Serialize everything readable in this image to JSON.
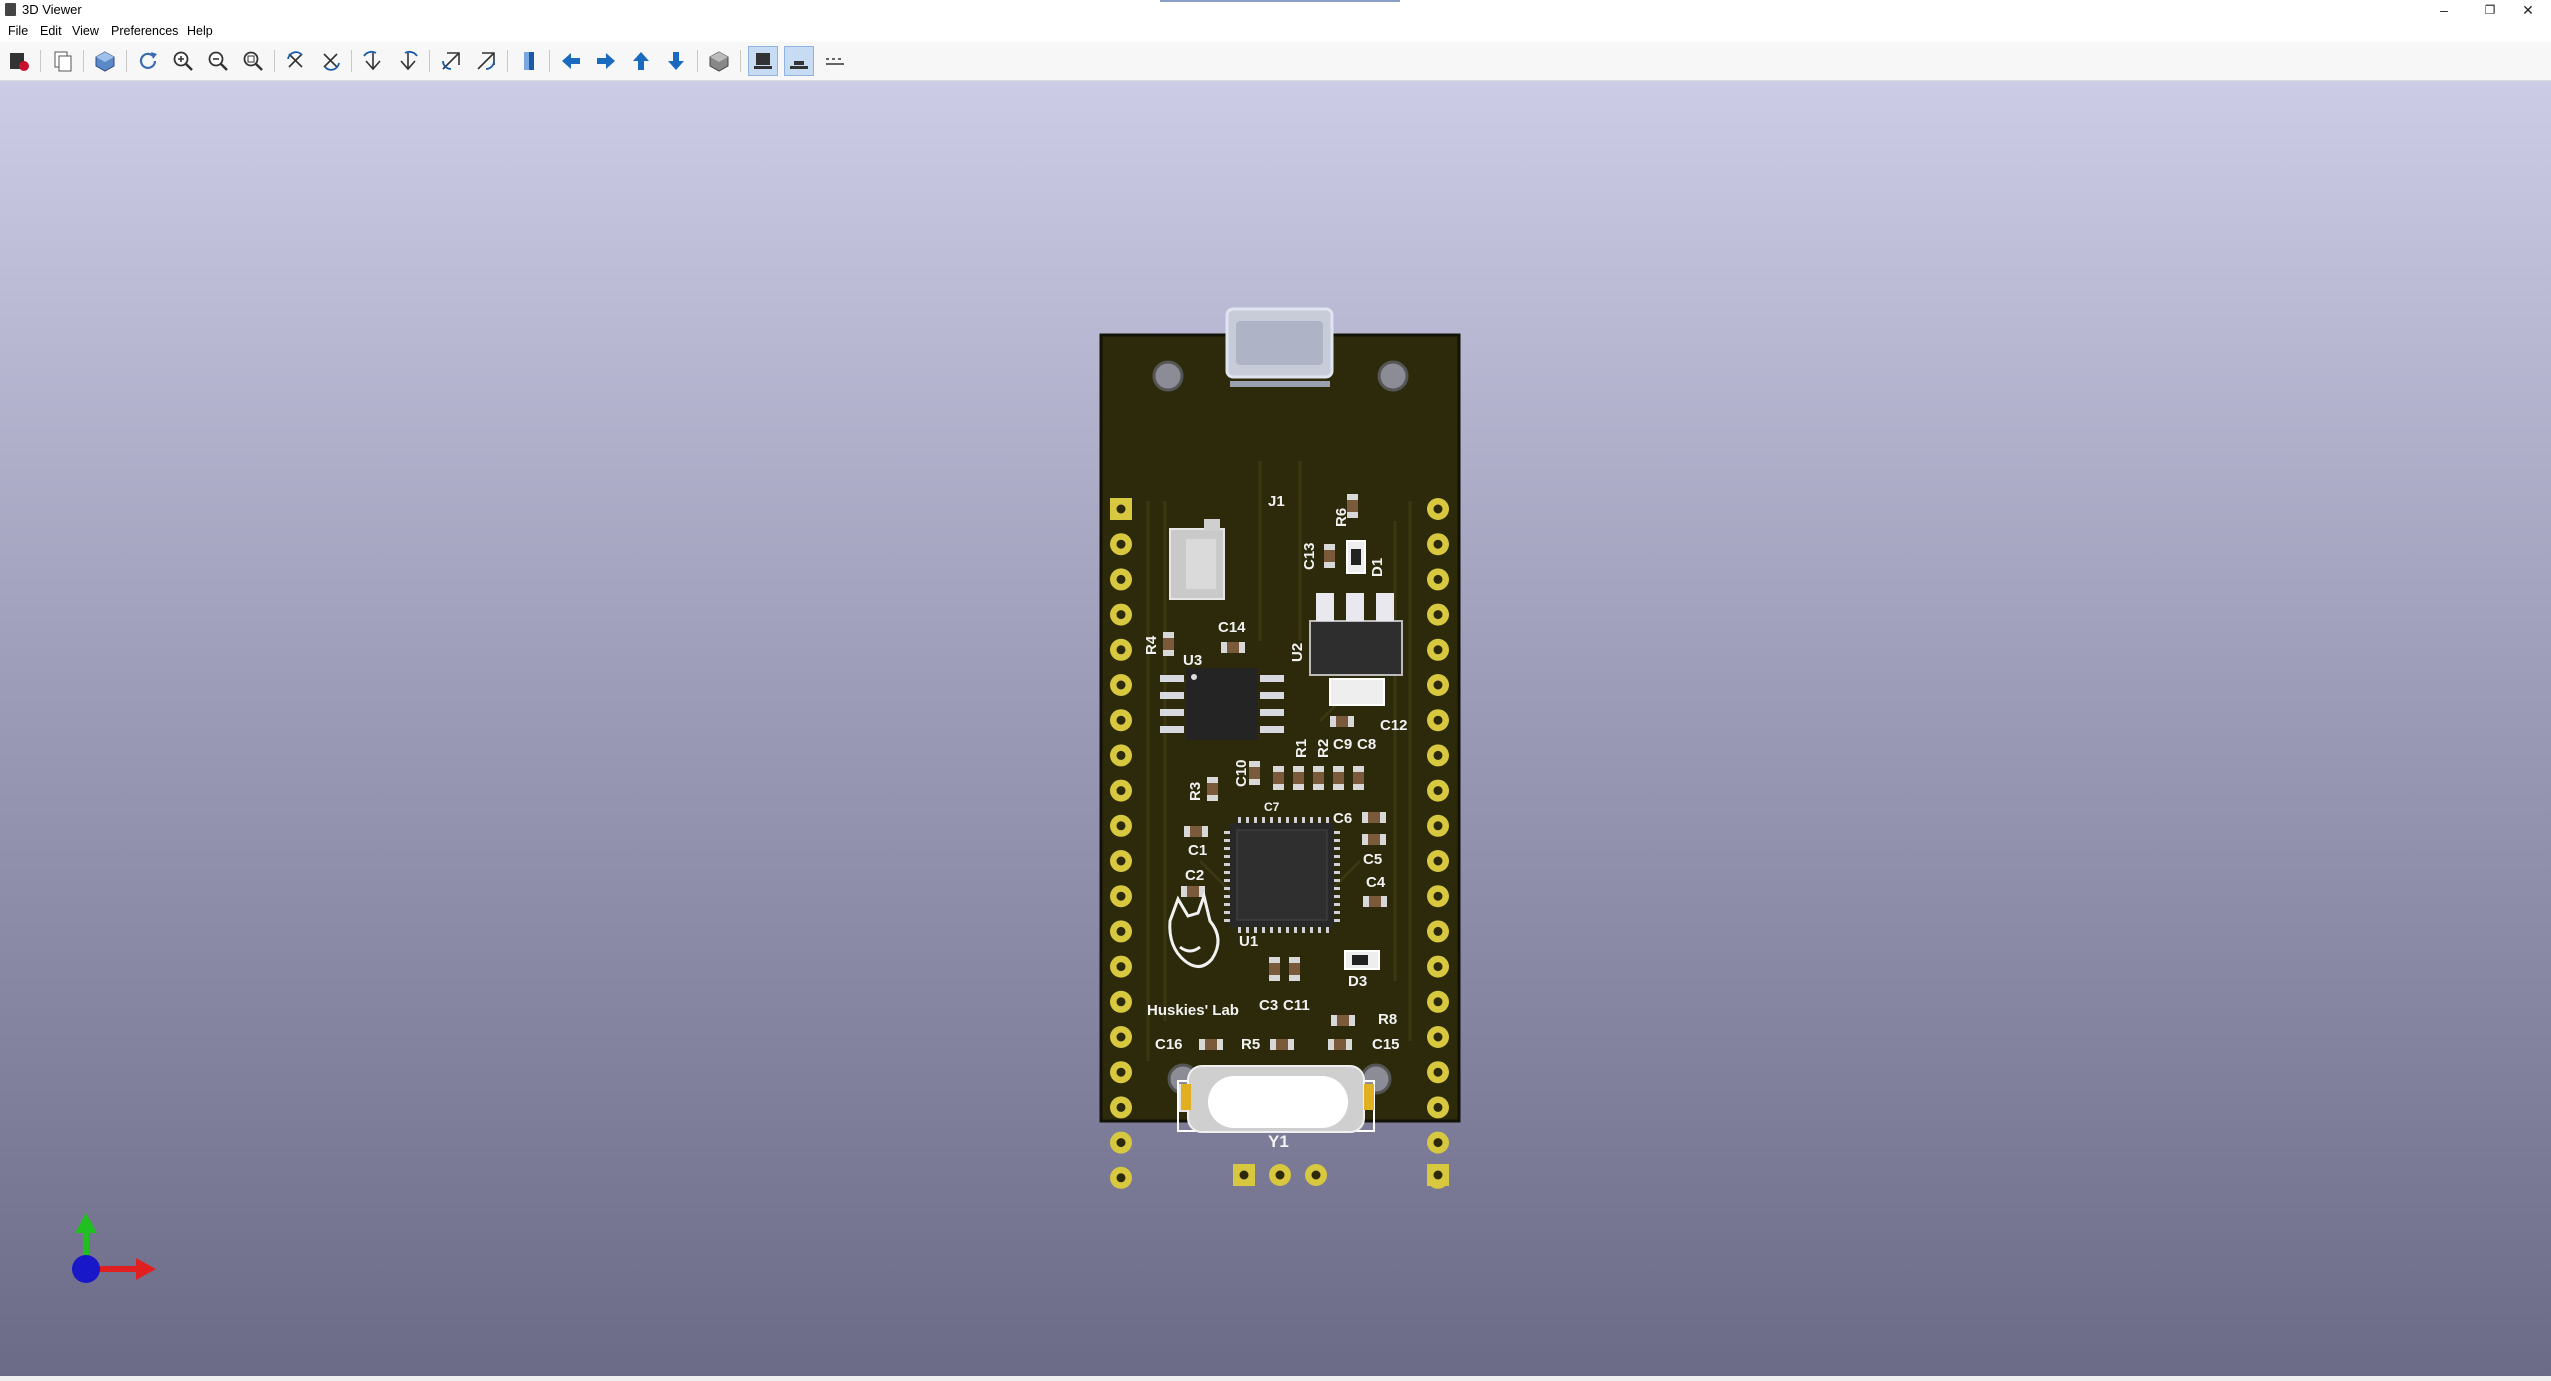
{
  "window": {
    "title": "3D Viewer"
  },
  "menu": {
    "file": "File",
    "edit": "Edit",
    "view": "View",
    "preferences": "Preferences",
    "help": "Help"
  },
  "window_buttons": {
    "minimize": "–",
    "restore": "❐",
    "close": "✕"
  },
  "toolbar_icons": [
    "reload-board-icon",
    "copy-image-icon",
    "render-mode-icon",
    "refresh-icon",
    "zoom-in-icon",
    "zoom-out-icon",
    "zoom-fit-icon",
    "rotate-x-cw-icon",
    "rotate-x-ccw-icon",
    "rotate-y-cw-icon",
    "rotate-y-ccw-icon",
    "rotate-z-cw-icon",
    "rotate-z-ccw-icon",
    "flip-board-icon",
    "move-left-icon",
    "move-right-icon",
    "move-up-icon",
    "move-down-icon",
    "orthographic-icon",
    "show-top-icon",
    "show-bottom-icon",
    "show-rulers-icon"
  ],
  "pcb": {
    "logo_text": "Huskies' Lab",
    "labels": {
      "j1": "J1",
      "r6": "R6",
      "c13": "C13",
      "d1": "D1",
      "c14": "C14",
      "r4": "R4",
      "u3": "U3",
      "u2": "U2",
      "c12": "C12",
      "r1": "R1",
      "r2": "R2",
      "c9": "C9",
      "c8": "C8",
      "r3": "R3",
      "c10": "C10",
      "c7": "C7",
      "c6": "C6",
      "c1": "C1",
      "c5": "C5",
      "c2": "C2",
      "c4": "C4",
      "u1": "U1",
      "d3": "D3",
      "c3": "C3",
      "c11": "C11",
      "r8": "R8",
      "c16": "C16",
      "r5": "R5",
      "c15": "C15",
      "y1": "Y1"
    }
  },
  "colors": {
    "board": "#2c2a0a",
    "pad": "#d8c840",
    "silkscreen": "#f2f2f2",
    "viewport_top": "#cccce6",
    "viewport_bottom": "#6b6b87",
    "axis_x": "#e02020",
    "axis_y": "#20c020",
    "axis_z": "#1818c8"
  }
}
